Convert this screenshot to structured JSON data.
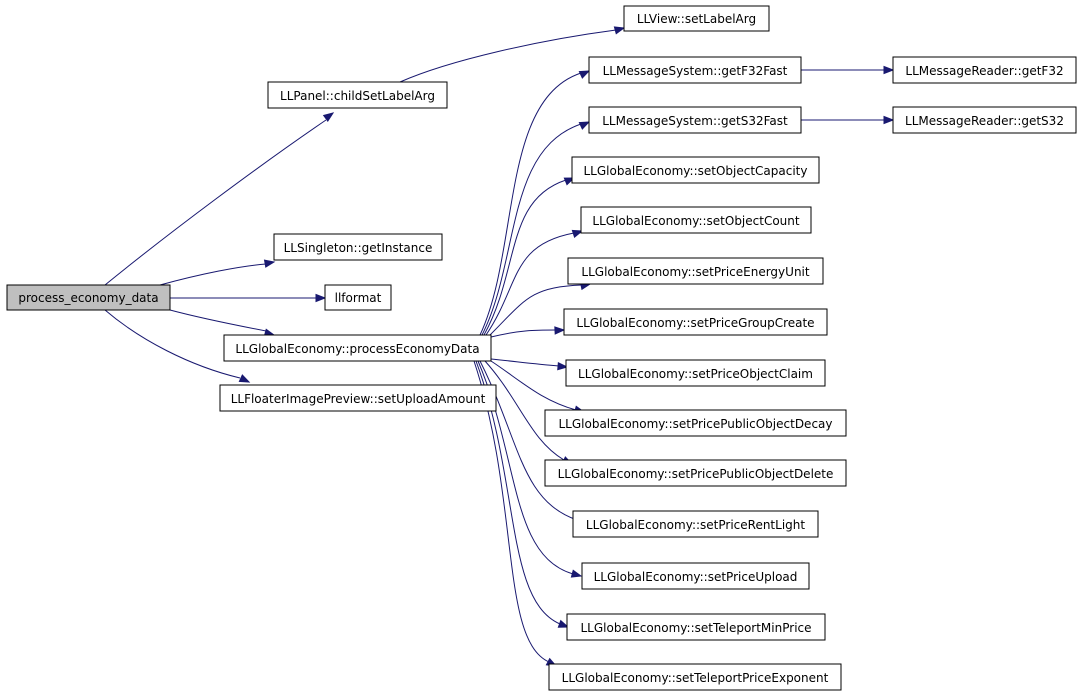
{
  "diagram": {
    "nodes": [
      {
        "id": "process_economy_data",
        "label": "process_economy_data",
        "root": true
      },
      {
        "id": "childSetLabelArg",
        "label": "LLPanel::childSetLabelArg"
      },
      {
        "id": "setLabelArg",
        "label": "LLView::setLabelArg"
      },
      {
        "id": "getInstance",
        "label": "LLSingleton::getInstance"
      },
      {
        "id": "llformat",
        "label": "llformat"
      },
      {
        "id": "processEconomyData",
        "label": "LLGlobalEconomy::processEconomyData"
      },
      {
        "id": "setUploadAmount",
        "label": "LLFloaterImagePreview::setUploadAmount"
      },
      {
        "id": "getF32Fast",
        "label": "LLMessageSystem::getF32Fast"
      },
      {
        "id": "getF32",
        "label": "LLMessageReader::getF32"
      },
      {
        "id": "getS32Fast",
        "label": "LLMessageSystem::getS32Fast"
      },
      {
        "id": "getS32",
        "label": "LLMessageReader::getS32"
      },
      {
        "id": "setObjectCapacity",
        "label": "LLGlobalEconomy::setObjectCapacity"
      },
      {
        "id": "setObjectCount",
        "label": "LLGlobalEconomy::setObjectCount"
      },
      {
        "id": "setPriceEnergyUnit",
        "label": "LLGlobalEconomy::setPriceEnergyUnit"
      },
      {
        "id": "setPriceGroupCreate",
        "label": "LLGlobalEconomy::setPriceGroupCreate"
      },
      {
        "id": "setPriceObjectClaim",
        "label": "LLGlobalEconomy::setPriceObjectClaim"
      },
      {
        "id": "setPricePublicObjectDecay",
        "label": "LLGlobalEconomy::setPricePublicObjectDecay"
      },
      {
        "id": "setPricePublicObjectDelete",
        "label": "LLGlobalEconomy::setPricePublicObjectDelete"
      },
      {
        "id": "setPriceRentLight",
        "label": "LLGlobalEconomy::setPriceRentLight"
      },
      {
        "id": "setPriceUpload",
        "label": "LLGlobalEconomy::setPriceUpload"
      },
      {
        "id": "setTeleportMinPrice",
        "label": "LLGlobalEconomy::setTeleportMinPrice"
      },
      {
        "id": "setTeleportPriceExponent",
        "label": "LLGlobalEconomy::setTeleportPriceExponent"
      }
    ],
    "edges": [
      [
        "process_economy_data",
        "childSetLabelArg"
      ],
      [
        "process_economy_data",
        "getInstance"
      ],
      [
        "process_economy_data",
        "llformat"
      ],
      [
        "process_economy_data",
        "processEconomyData"
      ],
      [
        "process_economy_data",
        "setUploadAmount"
      ],
      [
        "childSetLabelArg",
        "setLabelArg"
      ],
      [
        "processEconomyData",
        "getF32Fast"
      ],
      [
        "processEconomyData",
        "getS32Fast"
      ],
      [
        "processEconomyData",
        "setObjectCapacity"
      ],
      [
        "processEconomyData",
        "setObjectCount"
      ],
      [
        "processEconomyData",
        "setPriceEnergyUnit"
      ],
      [
        "processEconomyData",
        "setPriceGroupCreate"
      ],
      [
        "processEconomyData",
        "setPriceObjectClaim"
      ],
      [
        "processEconomyData",
        "setPricePublicObjectDecay"
      ],
      [
        "processEconomyData",
        "setPricePublicObjectDelete"
      ],
      [
        "processEconomyData",
        "setPriceRentLight"
      ],
      [
        "processEconomyData",
        "setPriceUpload"
      ],
      [
        "processEconomyData",
        "setTeleportMinPrice"
      ],
      [
        "processEconomyData",
        "setTeleportPriceExponent"
      ],
      [
        "getF32Fast",
        "getF32"
      ],
      [
        "getS32Fast",
        "getS32"
      ]
    ],
    "colors": {
      "edge": "#191970",
      "root_fill": "#bfbfbf",
      "node_fill": "#ffffff",
      "border": "#000000"
    }
  }
}
